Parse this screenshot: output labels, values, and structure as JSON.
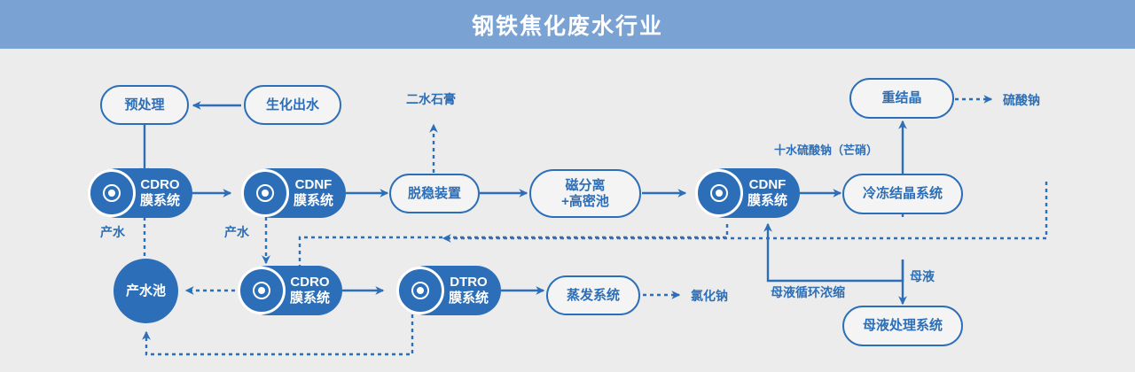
{
  "header": {
    "title": "钢铁焦化废水行业"
  },
  "colors": {
    "header_bg": "#7aa3d4",
    "canvas_bg": "#ececec",
    "accent": "#2c6fb8",
    "node_fill": "#f4f4f4",
    "text_on_solid": "#ffffff"
  },
  "nodes": {
    "pretreatment": {
      "label": "预处理"
    },
    "bio_effluent": {
      "label": "生化出水"
    },
    "cdro_top": {
      "line1": "CDRO",
      "line2": "膜系统",
      "icon": "membrane-icon"
    },
    "cdnf_top": {
      "line1": "CDNF",
      "line2": "膜系统",
      "icon": "membrane-icon"
    },
    "destab": {
      "label": "脱稳装置"
    },
    "mag_sep": {
      "line1": "磁分离",
      "line2": "+高密池"
    },
    "cdnf_right": {
      "line1": "CDNF",
      "line2": "膜系统",
      "icon": "membrane-icon"
    },
    "freeze_cryst": {
      "label": "冷冻结晶系统"
    },
    "recrystallize": {
      "label": "重结晶"
    },
    "mother_liquor_sys": {
      "label": "母液处理系统"
    },
    "product_pool": {
      "label": "产水池"
    },
    "cdro_bottom": {
      "line1": "CDRO",
      "line2": "膜系统",
      "icon": "membrane-icon"
    },
    "dtro_bottom": {
      "line1": "DTRO",
      "line2": "膜系统",
      "icon": "membrane-icon"
    },
    "evaporation": {
      "label": "蒸发系统"
    }
  },
  "outputs": {
    "gypsum": {
      "label": "二水石膏"
    },
    "sodium_sulfate": {
      "label": "硫酸钠"
    },
    "sodium_chloride": {
      "label": "氯化钠"
    }
  },
  "edge_labels": {
    "product_water_1": "产水",
    "product_water_2": "产水",
    "mirabilite": "十水硫酸钠（芒硝）",
    "mother_liquor": "母液",
    "mother_liquor_recirc": "母液循环浓缩"
  },
  "chart_data": {
    "type": "diagram",
    "title": "钢铁焦化废水行业",
    "flow": [
      {
        "from": "生化出水",
        "to": "预处理",
        "style": "solid"
      },
      {
        "from": "预处理",
        "to": "CDRO膜系统",
        "style": "solid"
      },
      {
        "from": "CDRO膜系统",
        "to": "CDNF膜系统",
        "style": "solid"
      },
      {
        "from": "CDNF膜系统",
        "to": "脱稳装置",
        "style": "solid"
      },
      {
        "from": "脱稳装置",
        "to": "二水石膏",
        "style": "dotted"
      },
      {
        "from": "脱稳装置",
        "to": "磁分离+高密池",
        "style": "solid"
      },
      {
        "from": "磁分离+高密池",
        "to": "CDNF膜系统(右)",
        "style": "solid"
      },
      {
        "from": "CDNF膜系统(右)",
        "to": "冷冻结晶系统",
        "style": "solid",
        "label": "十水硫酸钠（芒硝）"
      },
      {
        "from": "冷冻结晶系统",
        "to": "重结晶",
        "style": "solid"
      },
      {
        "from": "重结晶",
        "to": "硫酸钠",
        "style": "dotted"
      },
      {
        "from": "冷冻结晶系统",
        "to": "母液处理系统",
        "style": "solid",
        "label": "母液"
      },
      {
        "from": "冷冻结晶系统",
        "to": "CDNF膜系统(右)",
        "style": "solid",
        "label": "母液循环浓缩"
      },
      {
        "from": "CDRO膜系统",
        "to": "产水池",
        "style": "dotted",
        "label": "产水"
      },
      {
        "from": "CDNF膜系统",
        "to": "CDRO膜系统(下)",
        "style": "dotted",
        "label": "产水"
      },
      {
        "from": "CDRO膜系统(下)",
        "to": "产水池",
        "style": "dotted"
      },
      {
        "from": "CDRO膜系统(下)",
        "to": "DTRO膜系统",
        "style": "solid"
      },
      {
        "from": "DTRO膜系统",
        "to": "蒸发系统",
        "style": "solid"
      },
      {
        "from": "蒸发系统",
        "to": "氯化钠",
        "style": "dotted"
      },
      {
        "from": "CDNF膜系统(右)",
        "to": "CDRO膜系统(下)",
        "style": "dotted"
      },
      {
        "from": "DTRO膜系统",
        "to": "产水池",
        "style": "dotted"
      }
    ]
  }
}
